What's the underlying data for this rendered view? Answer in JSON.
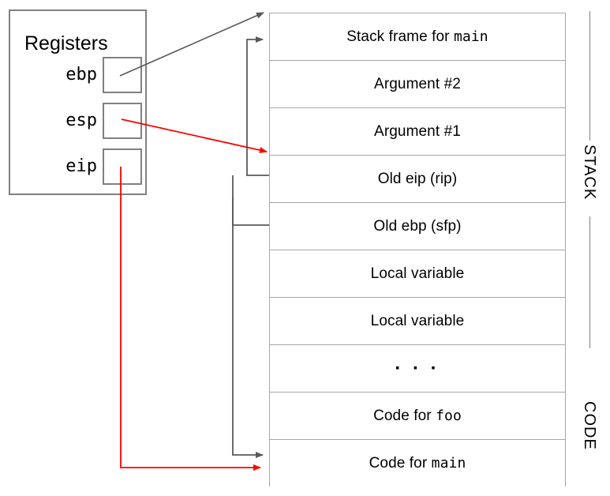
{
  "registers": {
    "title": "Registers",
    "items": [
      {
        "name": "ebp",
        "value": ""
      },
      {
        "name": "esp",
        "value": ""
      },
      {
        "name": "eip",
        "value": ""
      }
    ]
  },
  "memory": {
    "rows": [
      {
        "text_before": "Stack frame for ",
        "mono": "main",
        "text_after": "",
        "plain": "Stack frame for main"
      },
      {
        "text_before": "Argument #2",
        "mono": "",
        "text_after": "",
        "plain": "Argument #2"
      },
      {
        "text_before": "Argument #1",
        "mono": "",
        "text_after": "",
        "plain": "Argument #1"
      },
      {
        "text_before": "Old eip (rip)",
        "mono": "",
        "text_after": "",
        "plain": "Old eip (rip)"
      },
      {
        "text_before": "Old ebp (sfp)",
        "mono": "",
        "text_after": "",
        "plain": "Old ebp (sfp)"
      },
      {
        "text_before": "Local variable",
        "mono": "",
        "text_after": "",
        "plain": "Local variable"
      },
      {
        "text_before": "Local variable",
        "mono": "",
        "text_after": "",
        "plain": "Local variable"
      },
      {
        "text_before": "· · ·",
        "mono": "",
        "text_after": "",
        "plain": "· · ·"
      },
      {
        "text_before": "Code for ",
        "mono": "foo",
        "text_after": "",
        "plain": "Code for foo"
      },
      {
        "text_before": "Code for ",
        "mono": "main",
        "text_after": "",
        "plain": "Code for main"
      }
    ]
  },
  "regions": [
    {
      "label": "STACK"
    },
    {
      "label": "CODE"
    }
  ],
  "colors": {
    "pointer_gray": "#595959",
    "pointer_red": "#ff0000",
    "box_border": "#808080",
    "table_border": "#a6a6a6"
  }
}
